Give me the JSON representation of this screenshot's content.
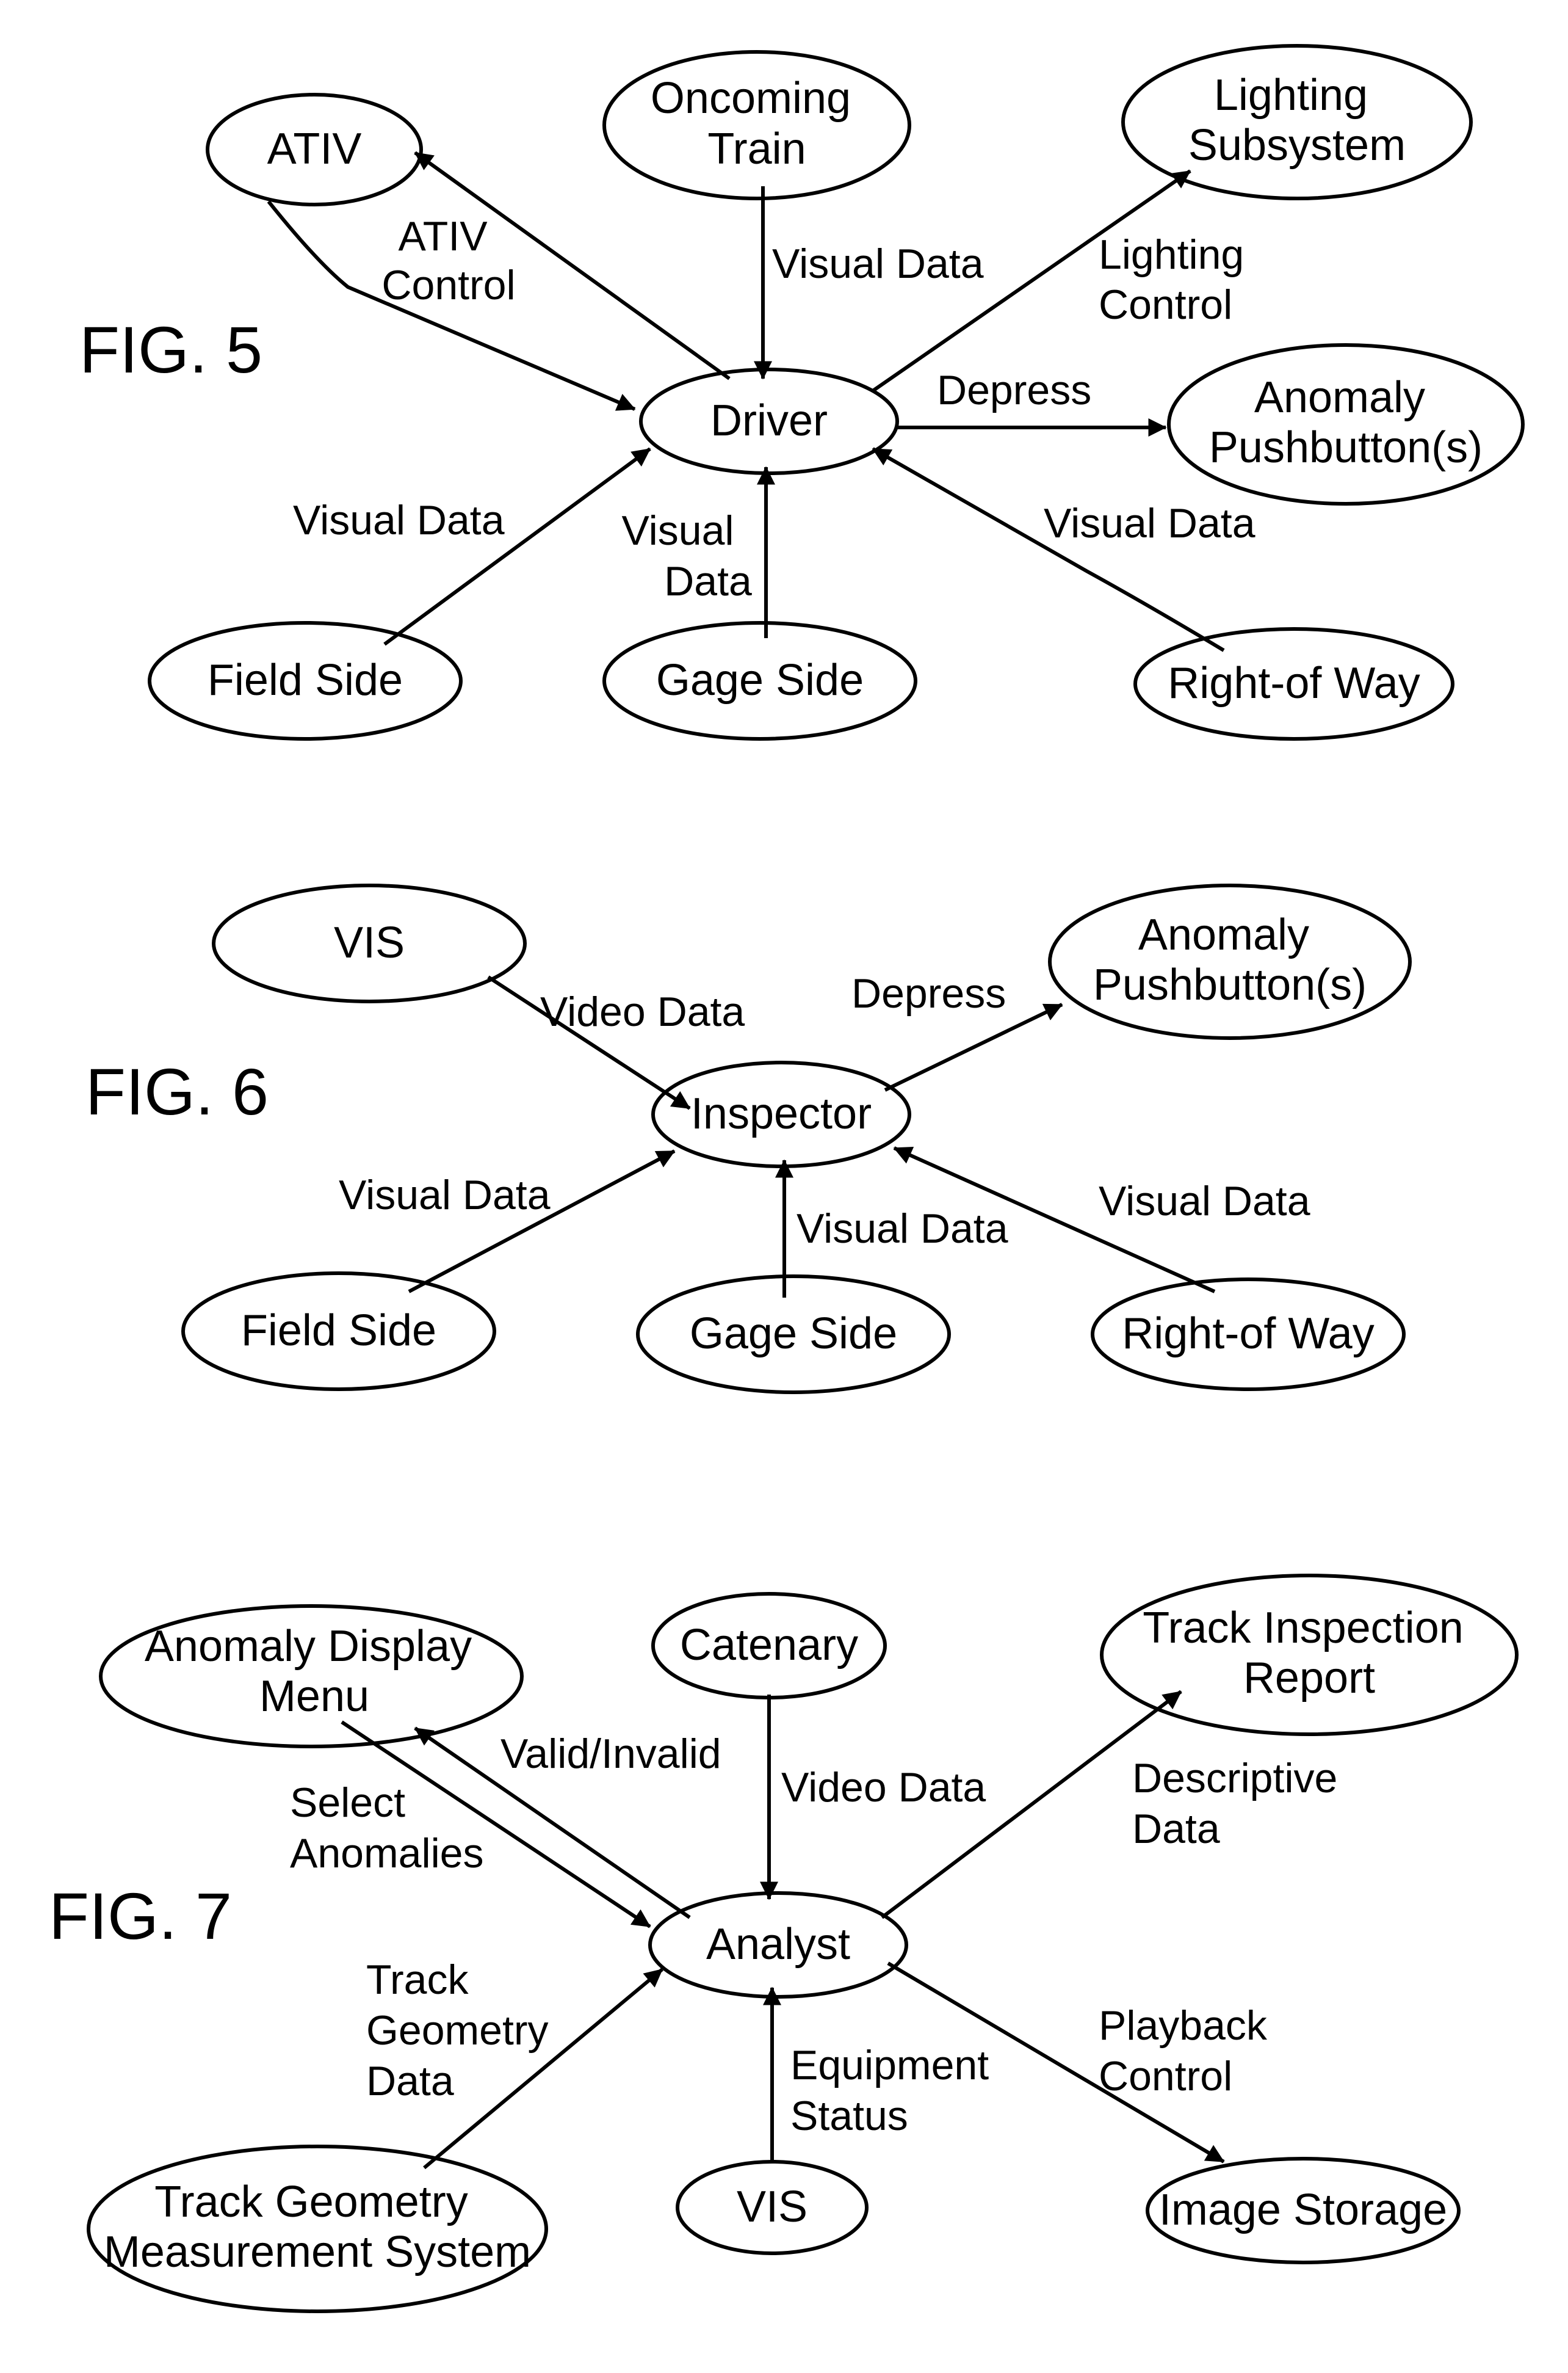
{
  "fig5": {
    "title": "FIG. 5",
    "nodes": {
      "ativ": "ATIV",
      "oncoming_train": [
        "Oncoming",
        "Train"
      ],
      "lighting_subsystem": [
        "Lighting",
        "Subsystem"
      ],
      "driver": "Driver",
      "anomaly_pushbutton": [
        "Anomaly",
        "Pushbutton(s)"
      ],
      "field_side": "Field Side",
      "gage_side": "Gage Side",
      "right_of_way": "Right-of Way"
    },
    "edges": {
      "ativ_control": [
        "ATIV",
        "Control"
      ],
      "train_visual": "Visual Data",
      "lighting_control": [
        "Lighting",
        "Control"
      ],
      "depress": "Depress",
      "field_visual": "Visual Data",
      "gage_visual": [
        "Visual",
        "Data"
      ],
      "row_visual": "Visual Data"
    }
  },
  "fig6": {
    "title": "FIG. 6",
    "nodes": {
      "vis": "VIS",
      "anomaly_pushbutton": [
        "Anomaly",
        "Pushbutton(s)"
      ],
      "inspector": "Inspector",
      "field_side": "Field Side",
      "gage_side": "Gage Side",
      "right_of_way": "Right-of Way"
    },
    "edges": {
      "video_data": "Video Data",
      "depress": "Depress",
      "field_visual": "Visual Data",
      "gage_visual": "Visual Data",
      "row_visual": "Visual Data"
    }
  },
  "fig7": {
    "title": "FIG. 7",
    "nodes": {
      "anomaly_menu": [
        "Anomaly Display",
        "Menu"
      ],
      "catenary": "Catenary",
      "track_report": [
        "Track Inspection",
        "Report"
      ],
      "analyst": "Analyst",
      "track_geometry_system": [
        "Track Geometry",
        "Measurement System"
      ],
      "vis": "VIS",
      "image_storage": "Image Storage"
    },
    "edges": {
      "valid_invalid": "Valid/Invalid",
      "select_anomalies": [
        "Select",
        "Anomalies"
      ],
      "video_data": "Video Data",
      "descriptive_data": [
        "Descriptive",
        "Data"
      ],
      "track_geometry_data": [
        "Track",
        "Geometry",
        "Data"
      ],
      "equipment_status": [
        "Equipment",
        "Status"
      ],
      "playback_control": [
        "Playback",
        "Control"
      ]
    }
  }
}
